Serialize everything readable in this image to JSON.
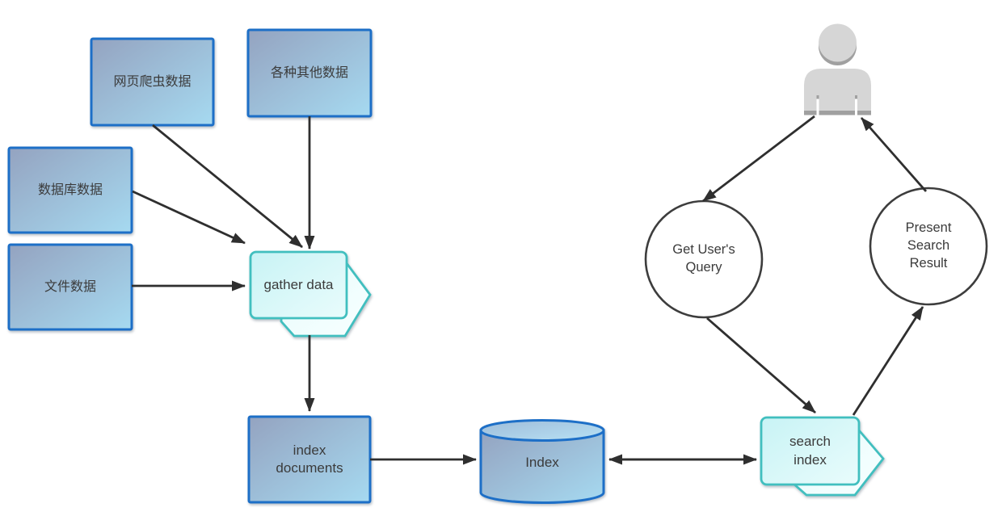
{
  "diagram": {
    "nodes": {
      "web_crawler_data": {
        "label": "网页爬虫数据"
      },
      "other_data": {
        "label": "各种其他数据"
      },
      "database_data": {
        "label": "数据库数据"
      },
      "file_data": {
        "label": "文件数据"
      },
      "gather_data": {
        "label": "gather data"
      },
      "index_documents": {
        "label": "index documents"
      },
      "index_store": {
        "label": "Index"
      },
      "search_index": {
        "label": "search index"
      },
      "get_users_query": {
        "label": "Get User's Query"
      },
      "present_search_result": {
        "label": "Present Search Result"
      },
      "user": {
        "icon": "person-icon"
      }
    },
    "edges": [
      {
        "from": "web_crawler_data",
        "to": "gather_data"
      },
      {
        "from": "other_data",
        "to": "gather_data"
      },
      {
        "from": "database_data",
        "to": "gather_data"
      },
      {
        "from": "file_data",
        "to": "gather_data"
      },
      {
        "from": "gather_data",
        "to": "index_documents"
      },
      {
        "from": "index_documents",
        "to": "index_store"
      },
      {
        "from": "index_store",
        "to": "search_index",
        "bidirectional": true
      },
      {
        "from": "user",
        "to": "get_users_query"
      },
      {
        "from": "get_users_query",
        "to": "search_index"
      },
      {
        "from": "search_index",
        "to": "present_search_result"
      },
      {
        "from": "present_search_result",
        "to": "user"
      }
    ],
    "colors": {
      "background": "#ffffff",
      "box_border": "#1d6fc7",
      "box_fill_start": "#94a3c0",
      "box_fill_end": "#a6daf1",
      "cyan_border": "#41bfbf",
      "cyan_fill_start": "#c8f3f5",
      "cyan_fill_end": "#e9fcfc",
      "circle_border": "#3d3d3d",
      "arrow": "#2f2f2f",
      "text": "#3b3b3b",
      "person_fill": "#d6d6d6",
      "person_accent": "#a0a0a0"
    }
  }
}
